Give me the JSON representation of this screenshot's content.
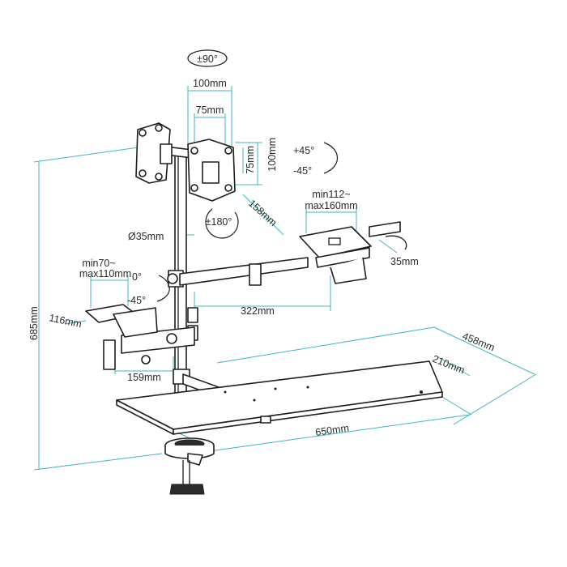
{
  "diagram": {
    "colors": {
      "dimension_line": "#3fb6c2",
      "line_art": "#1e1e1e",
      "background": "#ffffff"
    },
    "labels": {
      "rotate_90": "±90°",
      "vesa_outer_w": "100mm",
      "vesa_inner_w": "75mm",
      "vesa_inner_h": "75mm",
      "vesa_outer_h": "100mm",
      "tilt_up": "+45°",
      "tilt_down": "-45°",
      "swivel_180": "±180°",
      "arm_158": "158mm",
      "tablet_range": "min112~\nmax160mm",
      "tablet_range_1": "min112~",
      "tablet_range_2": "max160mm",
      "pole_diameter": "Ø35mm",
      "hook_35": "35mm",
      "phone_range_1": "min70~",
      "phone_range_2": "max110mm",
      "tilt_0": "0°",
      "tilt_m45": "-45°",
      "arm_322": "322mm",
      "phone_116": "116mm",
      "total_height": "685mm",
      "depth_458": "458mm",
      "depth_210": "210mm",
      "arm_159": "159mm",
      "shelf_650": "650mm"
    }
  }
}
